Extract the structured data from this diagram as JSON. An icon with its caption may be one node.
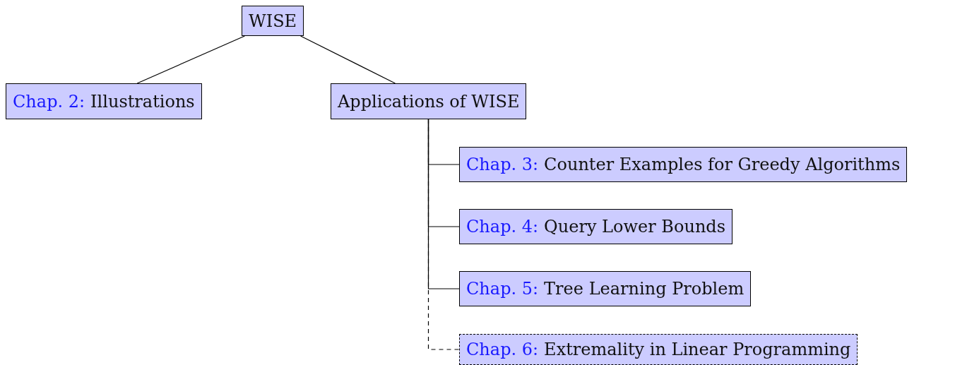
{
  "diagram": {
    "nodes": [
      {
        "text": [
          "WISE"
        ]
      },
      {
        "text": [
          "Chap. 2:",
          "Illustrations"
        ]
      },
      {
        "text": [
          "Applications of WISE"
        ]
      },
      {
        "text": [
          "Chap. 3:",
          "Counter Examples for Greedy Algorithms"
        ]
      },
      {
        "text": [
          "Chap. 4:",
          "Query Lower Bounds"
        ]
      },
      {
        "text": [
          "Chap. 5:",
          "Tree Learning Problem"
        ]
      },
      {
        "text": [
          "Chap. 6:",
          "Extremality in Linear Programming"
        ]
      }
    ],
    "edges": [
      {
        "from": 0,
        "to": 1,
        "arrow": "none"
      },
      {
        "from": 0,
        "to": 2,
        "arrow": "none"
      },
      {
        "from": 2,
        "to": 3,
        "arrow": "none"
      },
      {
        "from": 2,
        "to": 4,
        "arrow": "none"
      },
      {
        "from": 2,
        "to": 5,
        "arrow": "none"
      },
      {
        "from": 2,
        "to": 6,
        "arrow": "none",
        "style": "dashed"
      }
    ]
  }
}
